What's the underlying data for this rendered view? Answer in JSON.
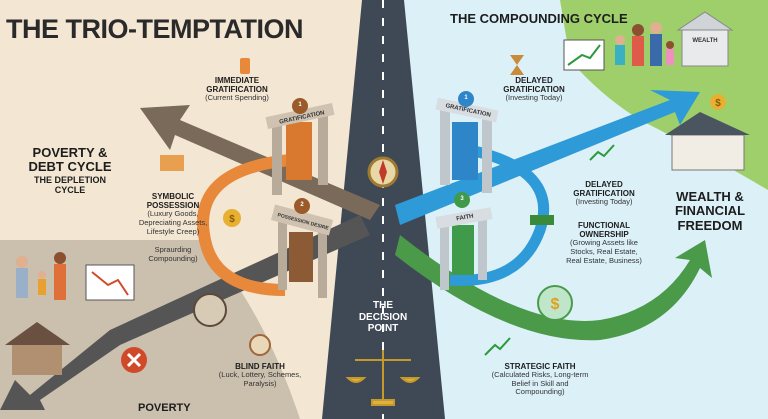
{
  "title": "THE TRIO-TEMPTATION",
  "right_title": "THE COMPOUNDING CYCLE",
  "left": {
    "cycle_title": "POVERTY & DEBT CYCLE",
    "cycle_subtitle": "THE DEPLETION CYCLE",
    "immediate": {
      "title": "IMMEDIATE GRATIFICATION",
      "desc": "(Current Spending)"
    },
    "symbolic": {
      "title": "SYMBOLIC POSSESSION",
      "desc": "(Luxury Goods, Depreciating Assets, Lifestyle Creep)"
    },
    "compounding": "Spraurding Compounding)",
    "blind_faith": {
      "title": "BLIND FAITH",
      "desc": "(Luck, Lottery, Schemes, Paralysis)"
    },
    "destination": "POVERTY",
    "gates": [
      {
        "num": "1",
        "label": "GRATIFICATION"
      },
      {
        "num": "2",
        "label": "POSSESSION DESIRE"
      }
    ]
  },
  "center": {
    "label": "THE DECISION POINT"
  },
  "right": {
    "delayed_top": {
      "title": "DELAYED GRATIFICATION",
      "desc": "(Investing Today)"
    },
    "delayed_mid": {
      "title": "DELAYED GRATIFICATION",
      "desc": "(Investing Today)"
    },
    "functional": {
      "title": "FUNCTIONAL OWNERSHIP",
      "desc": "(Growing Assets like Stocks, Real Estate, Real Estate, Business)"
    },
    "strategic_faith": {
      "title": "STRATEGIC FAITH",
      "desc": "(Calculated Risks, Long-term Belief in Skill and Compounding)"
    },
    "destination": "WEALTH & FINANCIAL FREEDOM",
    "bank_label": "WEALTH",
    "gates": [
      {
        "num": "1",
        "label": "GRATIFICATION"
      },
      {
        "num": "3",
        "label": "FAITH"
      }
    ]
  },
  "colors": {
    "left_bg": "#f3e6d3",
    "right_bg": "#dcf0f8",
    "road": "#3e4955",
    "orange": "#e8883a",
    "blue": "#2e9ad8",
    "green": "#4a9a4a"
  }
}
